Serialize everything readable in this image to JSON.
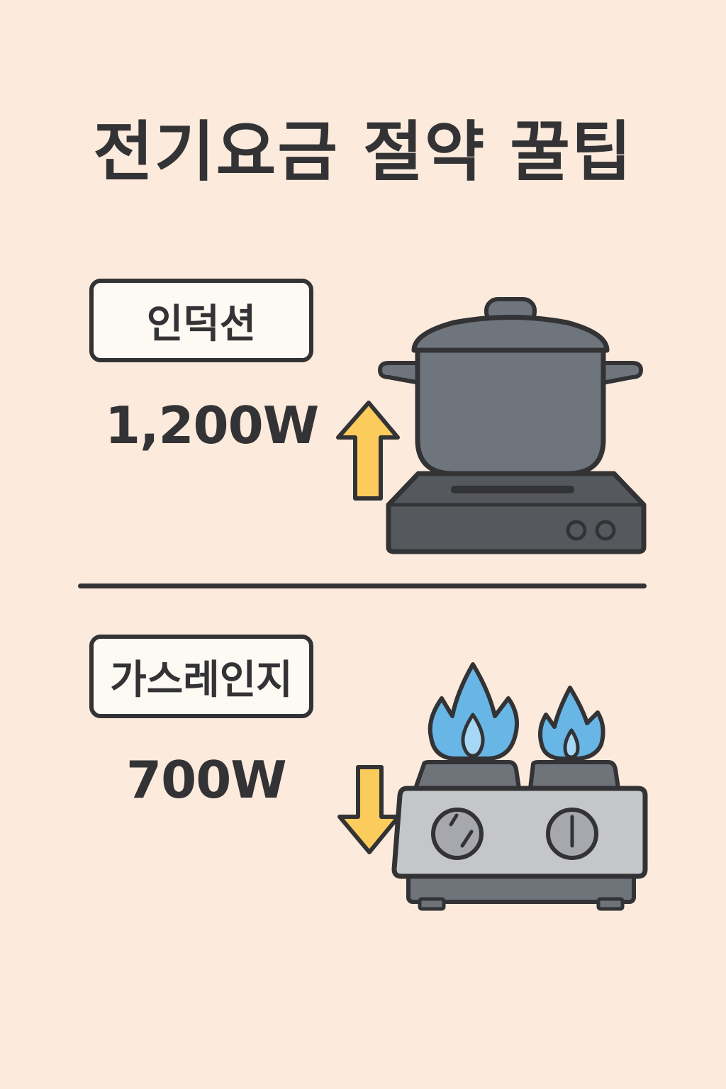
{
  "title": "전기요금 절약 꿀팁",
  "sections": [
    {
      "label": "인덕션",
      "wattage": "1,200W",
      "arrow": "up",
      "icon": "induction-cooktop-with-pot-icon"
    },
    {
      "label": "가스레인지",
      "wattage": "700W",
      "arrow": "down",
      "icon": "gas-stove-with-flames-icon"
    }
  ],
  "colors": {
    "background": "#FCEBDC",
    "text": "#333336",
    "label_fill": "#FDFAF4",
    "arrow": "#FBCB5B",
    "pot": "#6F757D",
    "induction_base": "#55595E",
    "flame_outer": "#67B6E6",
    "flame_inner": "#A6D8F5",
    "stove_body": "#C4C6CA",
    "stove_dark": "#6F737A"
  }
}
